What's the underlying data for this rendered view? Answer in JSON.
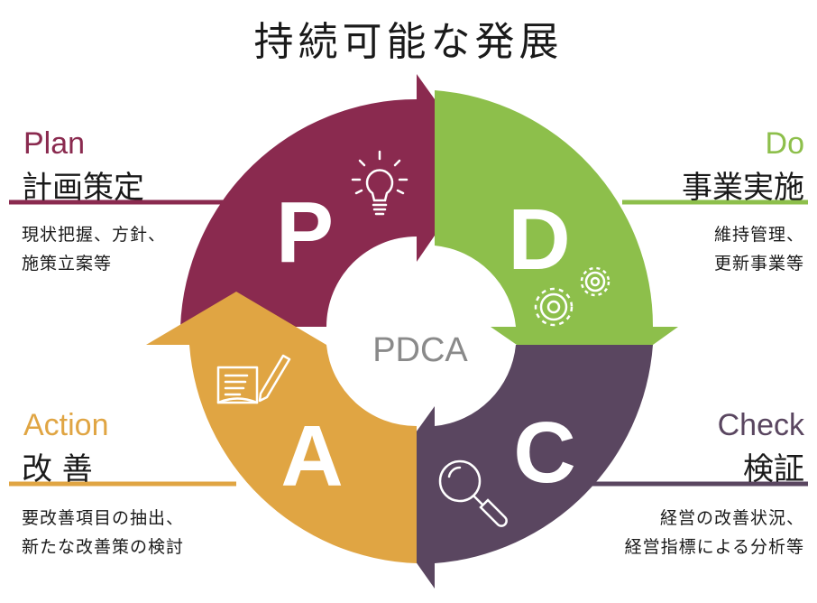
{
  "title": "持続可能な発展",
  "center_label": "PDCA",
  "colors": {
    "plan": "#8a2a4f",
    "do": "#8dbf4b",
    "check": "#5a4660",
    "action": "#e0a543",
    "center_text": "#8a8a8a"
  },
  "plan": {
    "letter": "P",
    "en": "Plan",
    "jp": "計画策定",
    "desc": [
      "現状把握、方針、",
      "施策立案等"
    ],
    "icon": "lightbulb-icon"
  },
  "do": {
    "letter": "D",
    "en": "Do",
    "jp": "事業実施",
    "desc": [
      "維持管理、",
      "更新事業等"
    ],
    "icon": "gears-icon"
  },
  "check": {
    "letter": "C",
    "en": "Check",
    "jp": "検証",
    "desc": [
      "経営の改善状況、",
      "経営指標による分析等"
    ],
    "icon": "magnifier-icon"
  },
  "action": {
    "letter": "A",
    "en": "Action",
    "jp": "改 善",
    "desc": [
      "要改善項目の抽出、",
      "新たな改善策の検討"
    ],
    "icon": "notebook-pen-icon"
  }
}
